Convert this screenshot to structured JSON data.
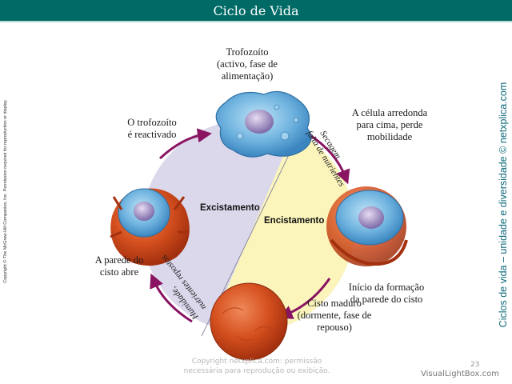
{
  "slide": {
    "title": "Ciclo de Vida",
    "page_number": "23",
    "copyright_side": "Copyright © The McGraw-Hill Companies, Inc. Permission required for reproduction or display.",
    "site_credit": "Ciclos de vida – unidade e diversidade © netxplica.com",
    "watermark_line1": "Copyright netxplica.com: permissão",
    "watermark_line2": "necessária para reprodução ou exibição.",
    "visuallightbox": "VisualLightBox.com"
  },
  "diagram": {
    "center_left_label": "Excistamento",
    "center_right_label": "Encistamento",
    "arc_label_top_1": "Secagem",
    "arc_label_top_2": "falta de nutrientes",
    "arc_label_bottom_1": "Humidade,",
    "arc_label_bottom_2": "nutrientes repostos",
    "stages": {
      "trophozoite": {
        "line1": "Trofozoíto",
        "line2": "(activo, fase de",
        "line3": "alimentação)"
      },
      "rounds_up": {
        "line1": "A célula arredonda",
        "line2": "para cima, perde",
        "line3": "mobilidade"
      },
      "wall_start": {
        "line1": "Início da formação",
        "line2": "da parede do cisto"
      },
      "mature_cyst": {
        "line1": "Cisto maduro",
        "line2": "(dormente, fase de",
        "line3": "repouso)"
      },
      "cyst_opens": {
        "line1": "A parede do",
        "line2": "cisto abre"
      },
      "reactivated": {
        "line1": "O trofozoíto",
        "line2": "é reactivado"
      }
    },
    "colors": {
      "header_bg": "#006b66",
      "lavender_half": "#dcd8ec",
      "yellow_half": "#fbf5bb",
      "arrow": "#8a1462",
      "cyst_red": "#c8401a",
      "cell_blue": "#6fb3df"
    }
  }
}
